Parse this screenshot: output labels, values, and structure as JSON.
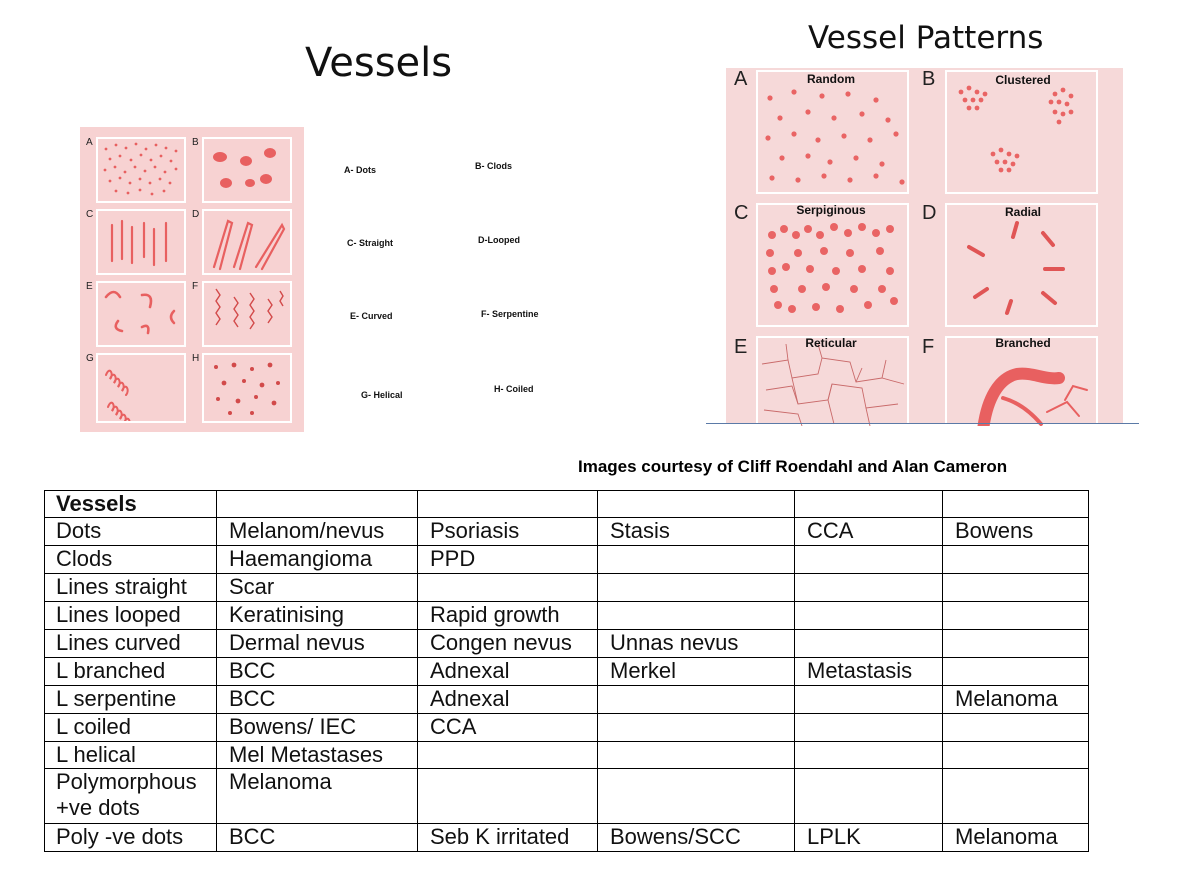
{
  "titles": {
    "left": "Vessels",
    "right": "Vessel Patterns"
  },
  "left_panel": {
    "letters": [
      "A",
      "B",
      "C",
      "D",
      "E",
      "F",
      "G",
      "H"
    ]
  },
  "legend": {
    "a": "A- Dots",
    "b": "B- Clods",
    "c": "C- Straight",
    "d": "D-Looped",
    "e": "E- Curved",
    "f": "F- Serpentine",
    "g": "G- Helical",
    "h": "H- Coiled"
  },
  "right_panel": {
    "cells": [
      {
        "letter": "A",
        "label": "Random"
      },
      {
        "letter": "B",
        "label": "Clustered"
      },
      {
        "letter": "C",
        "label": "Serpiginous"
      },
      {
        "letter": "D",
        "label": "Radial"
      },
      {
        "letter": "E",
        "label": "Reticular"
      },
      {
        "letter": "F",
        "label": "Branched"
      }
    ]
  },
  "credit": "Images courtesy of Cliff Roendahl and Alan Cameron",
  "table": {
    "header": "Vessels",
    "rows": [
      [
        "Dots",
        "Melanom/nevus",
        "Psoriasis",
        "Stasis",
        "CCA",
        "Bowens"
      ],
      [
        "Clods",
        "Haemangioma",
        "PPD",
        "",
        "",
        ""
      ],
      [
        "Lines straight",
        "Scar",
        "",
        "",
        "",
        ""
      ],
      [
        "Lines looped",
        "Keratinising",
        "Rapid growth",
        "",
        "",
        ""
      ],
      [
        "Lines curved",
        "Dermal nevus",
        "Congen nevus",
        "Unnas nevus",
        "",
        ""
      ],
      [
        "L branched",
        "BCC",
        "Adnexal",
        "Merkel",
        "Metastasis",
        ""
      ],
      [
        "L serpentine",
        "BCC",
        "Adnexal",
        "",
        "",
        "Melanoma"
      ],
      [
        "L coiled",
        "Bowens/ IEC",
        "CCA",
        "",
        "",
        ""
      ],
      [
        "L helical",
        "Mel Metastases",
        "",
        "",
        "",
        ""
      ],
      [
        "Polymorphous +ve dots",
        "Melanoma",
        "",
        "",
        "",
        ""
      ],
      [
        "Poly -ve dots",
        "BCC",
        "Seb K irritated",
        "Bowens/SCC",
        "LPLK",
        "Melanoma"
      ]
    ]
  },
  "colors": {
    "panel_bg": "#f7d2d2",
    "vessel_red": "#e86060"
  }
}
